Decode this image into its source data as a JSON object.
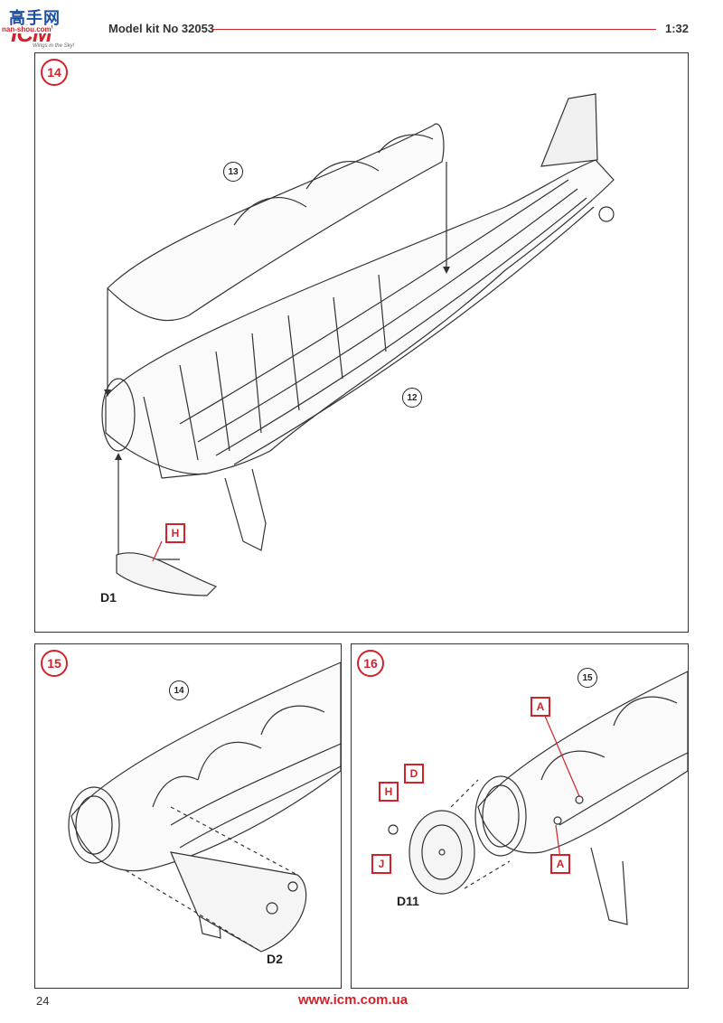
{
  "header": {
    "logo": {
      "top": "高手网",
      "main": "ICM",
      "url": "nan-shou.com",
      "tagline": "Wings in the Sky!"
    },
    "kit_title": "Model kit No 32053",
    "scale": "1:32"
  },
  "steps": [
    {
      "number": "14",
      "ref_top": "13",
      "ref_mid": "12",
      "callout": "H",
      "part": "D1"
    },
    {
      "number": "15",
      "ref_top": "14",
      "part": "D2"
    },
    {
      "number": "16",
      "ref_top": "15",
      "callouts": [
        "D",
        "H",
        "J",
        "A",
        "A"
      ],
      "part": "D11"
    }
  ],
  "footer": {
    "page_number": "24",
    "url": "www.icm.com.ua"
  },
  "colors": {
    "accent": "#d2232a",
    "line": "#333333"
  }
}
